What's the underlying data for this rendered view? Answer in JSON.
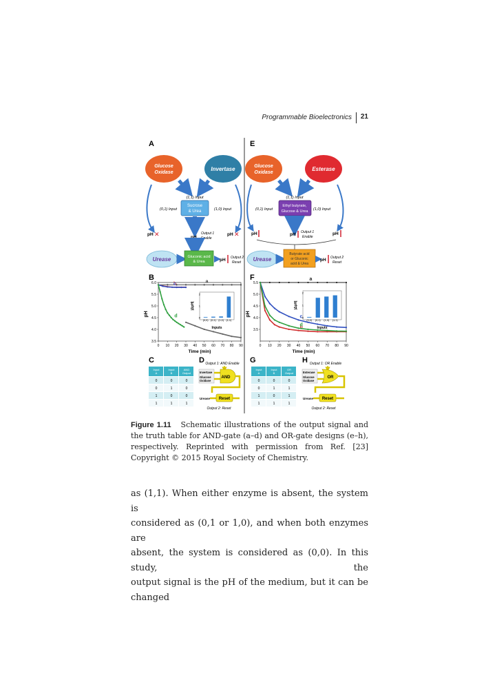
{
  "header": {
    "running_title": "Programmable Bioelectronics",
    "page_number": "21"
  },
  "figure": {
    "panel_labels": [
      "A",
      "B",
      "C",
      "D",
      "E",
      "F",
      "G",
      "H"
    ],
    "schematic_A": {
      "enzyme_left": [
        "Glucose",
        "Oxidase"
      ],
      "enzyme_right": "Invertase",
      "input_11": "(1,1) Input",
      "input_01": "(0,1) Input",
      "input_10": "(1,0) Input",
      "substrate": [
        "Sucrose",
        "& Urea"
      ],
      "ph": "pH",
      "output1": [
        "Output 1",
        "Enable"
      ],
      "urease": "Urease",
      "product": [
        "Gluconic acid",
        "& Urea"
      ],
      "output2": [
        "Output 2",
        "Reset"
      ]
    },
    "schematic_E": {
      "enzyme_left": [
        "Glucose",
        "Oxidase"
      ],
      "enzyme_right": "Esterase",
      "input_11": "(1,1) Input",
      "input_01": "(0,1) Input",
      "input_10": "(1,0) Input",
      "substrate": [
        "Ethyl butyrate,",
        "Glucose & Urea"
      ],
      "ph": "pH",
      "output1": [
        "Output 1",
        "Enable"
      ],
      "urease": "Urease",
      "product": [
        "Butyrate acid",
        "or Gluconic",
        "acid & Urea"
      ],
      "output2": [
        "Output 2",
        "Reset"
      ]
    },
    "tables": {
      "C": {
        "headers": [
          [
            "Input",
            "A"
          ],
          [
            "Input",
            "B"
          ],
          [
            "AND",
            "Output"
          ]
        ],
        "rows": [
          [
            "0",
            "0",
            "0"
          ],
          [
            "0",
            "1",
            "0"
          ],
          [
            "1",
            "0",
            "0"
          ],
          [
            "1",
            "1",
            "1"
          ]
        ]
      },
      "G": {
        "headers": [
          [
            "Input",
            "A"
          ],
          [
            "Input",
            "B"
          ],
          [
            "OR",
            "Output"
          ]
        ],
        "rows": [
          [
            "0",
            "0",
            "0"
          ],
          [
            "0",
            "1",
            "1"
          ],
          [
            "1",
            "0",
            "1"
          ],
          [
            "1",
            "1",
            "1"
          ]
        ]
      }
    },
    "gate_D": {
      "title": "Output 1: AND Enable",
      "in1": "Invertase",
      "in2": [
        "Glucose",
        "Oxidase"
      ],
      "gate": "AND",
      "urease": "Urease",
      "reset": "Reset",
      "footer": "Output 2: Reset"
    },
    "gate_H": {
      "title": "Output 1: OR Enable",
      "in1": "Esterase",
      "in2": [
        "Glucose",
        "Oxidase"
      ],
      "gate": "OR",
      "urease": "Urease",
      "reset": "Reset",
      "footer": "Output 2: Reset"
    }
  },
  "chart_data": [
    {
      "type": "line",
      "panel": "B",
      "xlabel": "Time (min)",
      "ylabel": "pH",
      "xlim": [
        0,
        90
      ],
      "ylim": [
        3.5,
        6.0
      ],
      "x_ticks": [
        0,
        10,
        20,
        30,
        40,
        50,
        60,
        70,
        80,
        90
      ],
      "y_ticks": [
        3.5,
        4.0,
        4.5,
        5.0,
        5.5,
        6.0
      ],
      "series": [
        {
          "name": "a",
          "color": "#444444",
          "x": [
            0,
            10,
            20,
            30,
            40,
            50,
            60,
            70,
            80,
            90
          ],
          "y": [
            5.9,
            5.9,
            5.9,
            5.9,
            5.9,
            5.9,
            5.9,
            5.9,
            5.9,
            5.9
          ]
        },
        {
          "name": "b",
          "color": "#d03030",
          "x": [
            0,
            5,
            10,
            15,
            20,
            25,
            30
          ],
          "y": [
            5.9,
            5.85,
            5.82,
            5.8,
            5.8,
            5.8,
            5.8
          ]
        },
        {
          "name": "c",
          "color": "#3050c0",
          "x": [
            0,
            5,
            10,
            15,
            20,
            25,
            30
          ],
          "y": [
            5.9,
            5.84,
            5.81,
            5.8,
            5.79,
            5.79,
            5.79
          ]
        },
        {
          "name": "d",
          "color": "#30a040",
          "x": [
            0,
            2,
            4,
            6,
            8,
            10,
            12,
            14,
            16,
            18,
            20,
            22,
            24,
            26,
            28
          ],
          "y": [
            5.9,
            5.6,
            5.3,
            5.05,
            4.85,
            4.7,
            4.6,
            4.5,
            4.42,
            4.36,
            4.3,
            4.25,
            4.2,
            4.15,
            4.1
          ]
        },
        {
          "name": "",
          "color": "#666666",
          "x": [
            30,
            40,
            50,
            60,
            70,
            80,
            90
          ],
          "y": [
            4.3,
            4.15,
            4.0,
            3.9,
            3.8,
            3.7,
            3.65
          ]
        }
      ],
      "inset": {
        "ylabel": "|ΔpH|",
        "xlabel": "Inputs",
        "categories": [
          "(0,0)",
          "(0,1)",
          "(1,0)",
          "(1,1)"
        ],
        "values": [
          0.05,
          0.08,
          0.1,
          1.8
        ],
        "ylim": [
          0,
          2
        ],
        "y_ticks": [
          0,
          1,
          2
        ]
      }
    },
    {
      "type": "line",
      "panel": "F",
      "xlabel": "Time (min)",
      "ylabel": "pH",
      "xlim": [
        0,
        90
      ],
      "ylim": [
        3.0,
        5.5
      ],
      "x_ticks": [
        0,
        10,
        20,
        30,
        40,
        50,
        60,
        70,
        80,
        90
      ],
      "y_ticks": [
        3.5,
        4.0,
        4.5,
        5.0,
        5.5
      ],
      "series": [
        {
          "name": "a",
          "color": "#222222",
          "x": [
            0,
            10,
            20,
            30,
            40,
            50,
            60,
            70,
            80,
            90
          ],
          "y": [
            5.5,
            5.5,
            5.5,
            5.5,
            5.5,
            5.5,
            5.5,
            5.5,
            5.5,
            5.5
          ]
        },
        {
          "name": "b",
          "color": "#d03030",
          "x": [
            0,
            5,
            10,
            15,
            20,
            30,
            40,
            50,
            60,
            70,
            80,
            90
          ],
          "y": [
            5.5,
            4.3,
            3.9,
            3.7,
            3.6,
            3.5,
            3.45,
            3.42,
            3.4,
            3.4,
            3.4,
            3.4
          ]
        },
        {
          "name": "c",
          "color": "#3050c0",
          "x": [
            0,
            5,
            10,
            15,
            20,
            30,
            40,
            50,
            60,
            70,
            80,
            90
          ],
          "y": [
            5.5,
            4.9,
            4.6,
            4.4,
            4.25,
            4.05,
            3.9,
            3.8,
            3.72,
            3.65,
            3.6,
            3.58
          ]
        },
        {
          "name": "d",
          "color": "#30a040",
          "x": [
            0,
            5,
            10,
            15,
            20,
            30,
            40,
            50,
            60,
            70,
            80,
            90
          ],
          "y": [
            5.5,
            4.5,
            4.1,
            3.9,
            3.8,
            3.65,
            3.55,
            3.5,
            3.47,
            3.45,
            3.43,
            3.42
          ]
        }
      ],
      "inset": {
        "ylabel": "|ΔpH|",
        "xlabel": "Inputs",
        "categories": [
          "(0,0)",
          "(0,1)",
          "(1,0)",
          "(1,1)"
        ],
        "values": [
          0.05,
          1.6,
          1.7,
          1.8
        ],
        "ylim": [
          0,
          2
        ],
        "y_ticks": [
          0,
          1,
          2
        ]
      }
    }
  ],
  "caption": {
    "label": "Figure 1.11",
    "text": "Schematic illustrations of the output signal and the truth table for AND-gate (a–d) and OR-gate designs (e–h), respectively. Reprinted with permission from Ref. [23] Copyright © 2015 Royal Society of Chemistry."
  },
  "body": {
    "lines": [
      "as (1,1). When either enzyme is absent, the system is",
      "considered as (0,1 or 1,0), and when both enzymes are",
      "absent, the system is considered as (0,0). In this study, the",
      "output signal is the pH of the medium, but it can be changed"
    ]
  }
}
